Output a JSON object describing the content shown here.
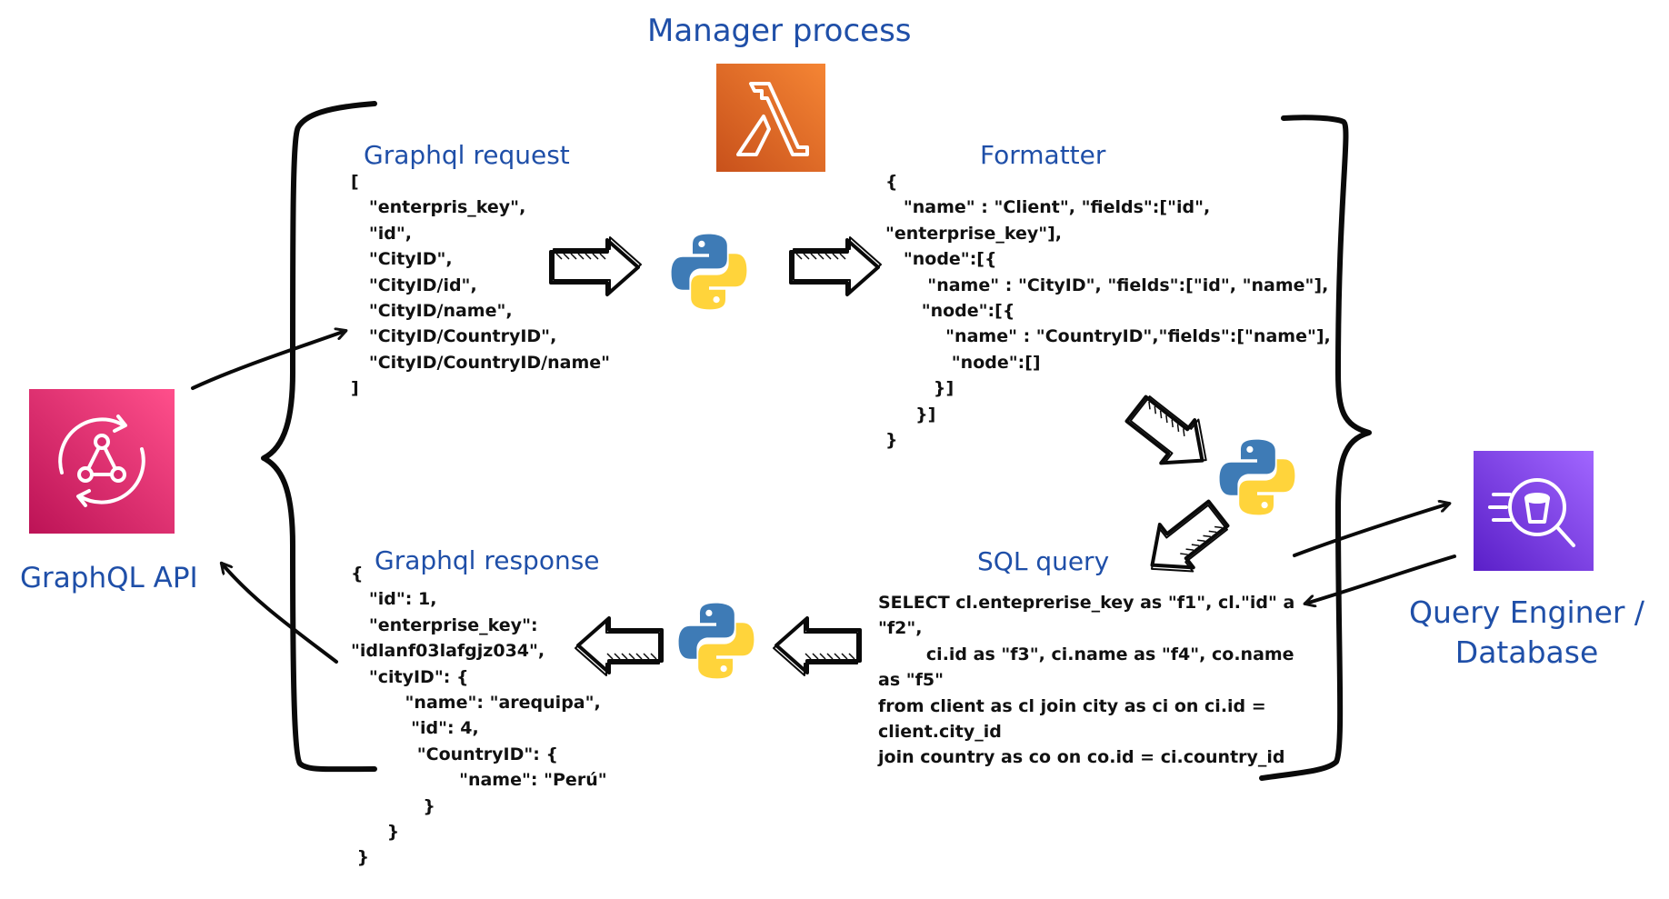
{
  "titles": {
    "manager": "Manager process",
    "graphql_request": "Graphql request",
    "formatter": "Formatter",
    "graphql_response": "Graphql response",
    "sql_query": "SQL query",
    "graphql_api": "GraphQL API",
    "query_engine_line1": "Query Enginer /",
    "query_engine_line2": "Database"
  },
  "code": {
    "graphql_request": "[\n   \"enterpris_key\",\n   \"id\",\n   \"CityID\",\n   \"CityID/id\",\n   \"CityID/name\",\n   \"CityID/CountryID\",\n   \"CityID/CountryID/name\"\n]",
    "formatter": "{\n   \"name\" : \"Client\", \"fields\":[\"id\",\n\"enterprise_key\"],\n   \"node\":[{\n       \"name\" : \"CityID\", \"fields\":[\"id\", \"name\"],\n      \"node\":[{\n          \"name\" : \"CountryID\",\"fields\":[\"name\"],\n           \"node\":[]\n        }]\n     }]\n}",
    "graphql_response": "{\n   \"id\": 1,\n   \"enterprise_key\":\n\"idlanf03lafgjz034\",\n   \"cityID\": {\n         \"name\": \"arequipa\",\n          \"id\": 4,\n           \"CountryID\": {\n                  \"name\": \"Perú\"\n            }\n      }\n }",
    "sql_query": "SELECT cl.enteprerise_key as \"f1\", cl.\"id\" a\n\"f2\",\n        ci.id as \"f3\", ci.name as \"f4\", co.name\nas \"f5\"\nfrom client as cl join city as ci on ci.id =\nclient.city_id\njoin country as co on co.id = ci.country_id"
  },
  "icons": {
    "graphql_api": "aws-appsync-icon",
    "manager": "aws-lambda-icon",
    "query_engine": "aws-athena-icon",
    "transformer": "python-logo-icon"
  },
  "colors": {
    "title_blue": "#1f4fa8",
    "appsync_top": "#ff4f8b",
    "appsync_bottom": "#bc1356",
    "lambda_top": "#f58534",
    "lambda_bottom": "#d05c17",
    "athena_top": "#a166ff",
    "athena_bottom": "#6b2fd6",
    "python_blue": "#3e7bb6",
    "python_yellow": "#ffd43b"
  }
}
